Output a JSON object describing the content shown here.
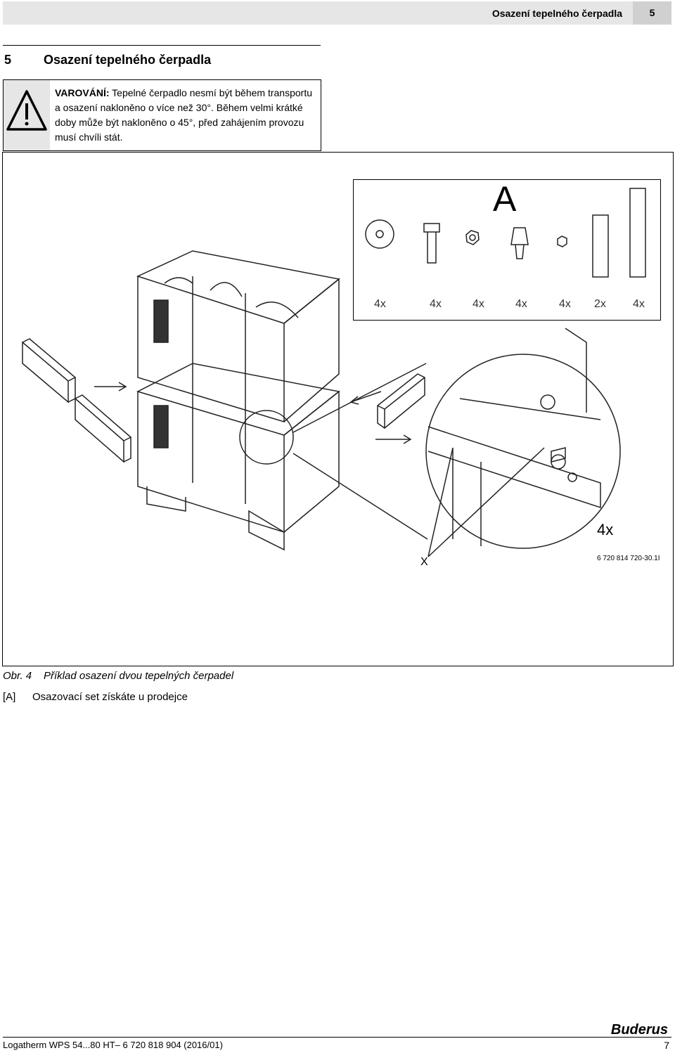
{
  "header": {
    "title": "Osazení tepelného čerpadla",
    "chapter_number": "5"
  },
  "section": {
    "number": "5",
    "title": "Osazení tepelného čerpadla"
  },
  "warning": {
    "label": "VAROVÁNÍ:",
    "text": " Tepelné čerpadlo nesmí být během transportu a osazení nakloněno o více než 30°. Během velmi krátké doby může být nakloněno o 45°, před zahájením provozu musí chvíli stát.",
    "icon": "warning-triangle-icon"
  },
  "figure": {
    "kit_letter": "A",
    "kit_counts": [
      "4x",
      "4x",
      "4x",
      "4x",
      "4x",
      "2x",
      "4x"
    ],
    "detail_count": "4x",
    "detail_marker": "X",
    "image_code": "6 720 814 720-30.1I",
    "caption_label": "Obr. 4",
    "caption_text": "Příklad osazení dvou tepelných čerpadel",
    "legend_key": "[A]",
    "legend_text": "Osazovací set získáte u prodejce"
  },
  "footer": {
    "doc": "Logatherm WPS 54...80 HT– 6 720 818 904 (2016/01)",
    "page": "7",
    "brand": "Buderus"
  }
}
